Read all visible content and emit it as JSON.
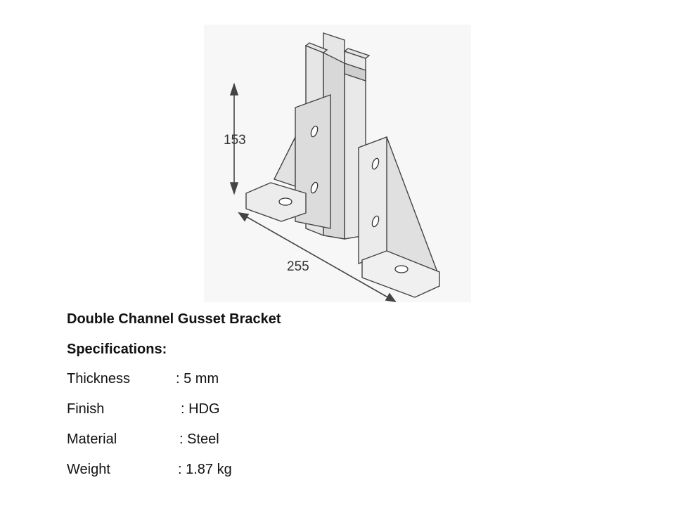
{
  "figure": {
    "dimension_height": "153",
    "dimension_width": "255"
  },
  "title": "Double Channel Gusset Bracket",
  "specs_heading": "Specifications:",
  "specs": [
    {
      "label": "Thickness",
      "value": ": 5 mm"
    },
    {
      "label": "Finish",
      "value": ": HDG"
    },
    {
      "label": "Material",
      "value": ": Steel"
    },
    {
      "label": "Weight",
      "value": ": 1.87 kg"
    }
  ]
}
